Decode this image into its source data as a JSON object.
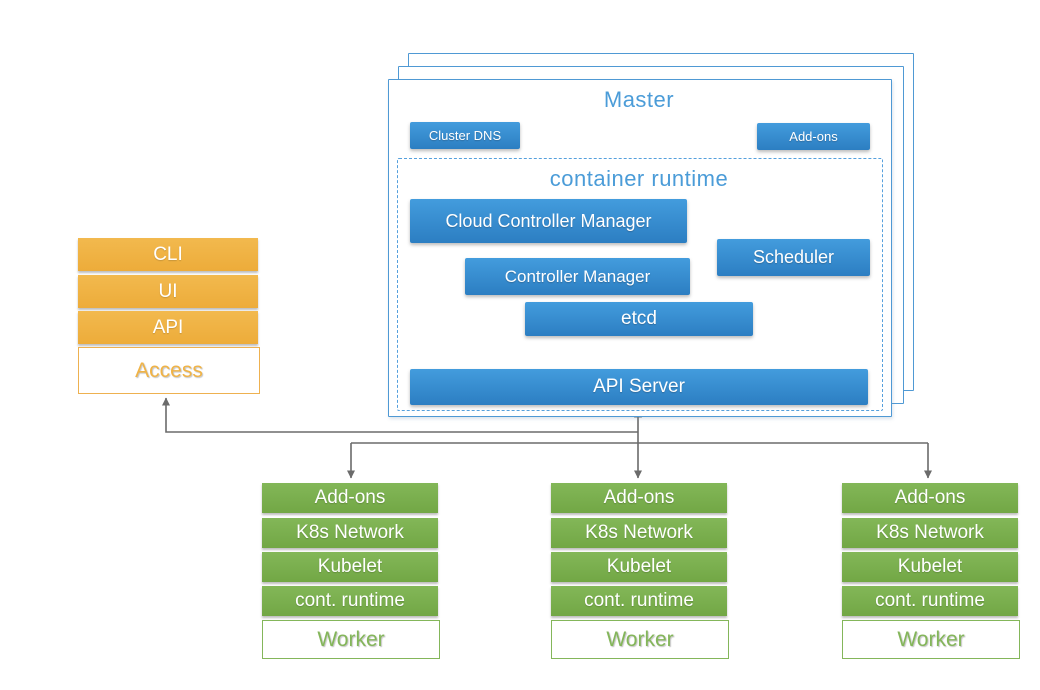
{
  "master": {
    "title": "Master",
    "cluster_dns_label": "Cluster DNS",
    "addons_label": "Add-ons",
    "container_runtime": {
      "title": "container runtime",
      "cloud_controller_manager": "Cloud Controller Manager",
      "controller_manager": "Controller Manager",
      "scheduler": "Scheduler",
      "etcd": "etcd",
      "api_server": "API Server"
    }
  },
  "access_stack": {
    "rows": [
      "CLI",
      "UI",
      "API"
    ],
    "label": "Access"
  },
  "worker_stack": {
    "rows": [
      "Add-ons",
      "K8s Network",
      "Kubelet",
      "cont. runtime"
    ],
    "label": "Worker"
  },
  "colors": {
    "blue_gradient_top": "#439cdd",
    "blue_gradient_bottom": "#2c7ec2",
    "blue_border": "#4f99d4",
    "blue_text": "#4b9cd8",
    "orange": "#f0b346",
    "green": "#7cb052",
    "connector_gray": "#6b6b6b"
  }
}
